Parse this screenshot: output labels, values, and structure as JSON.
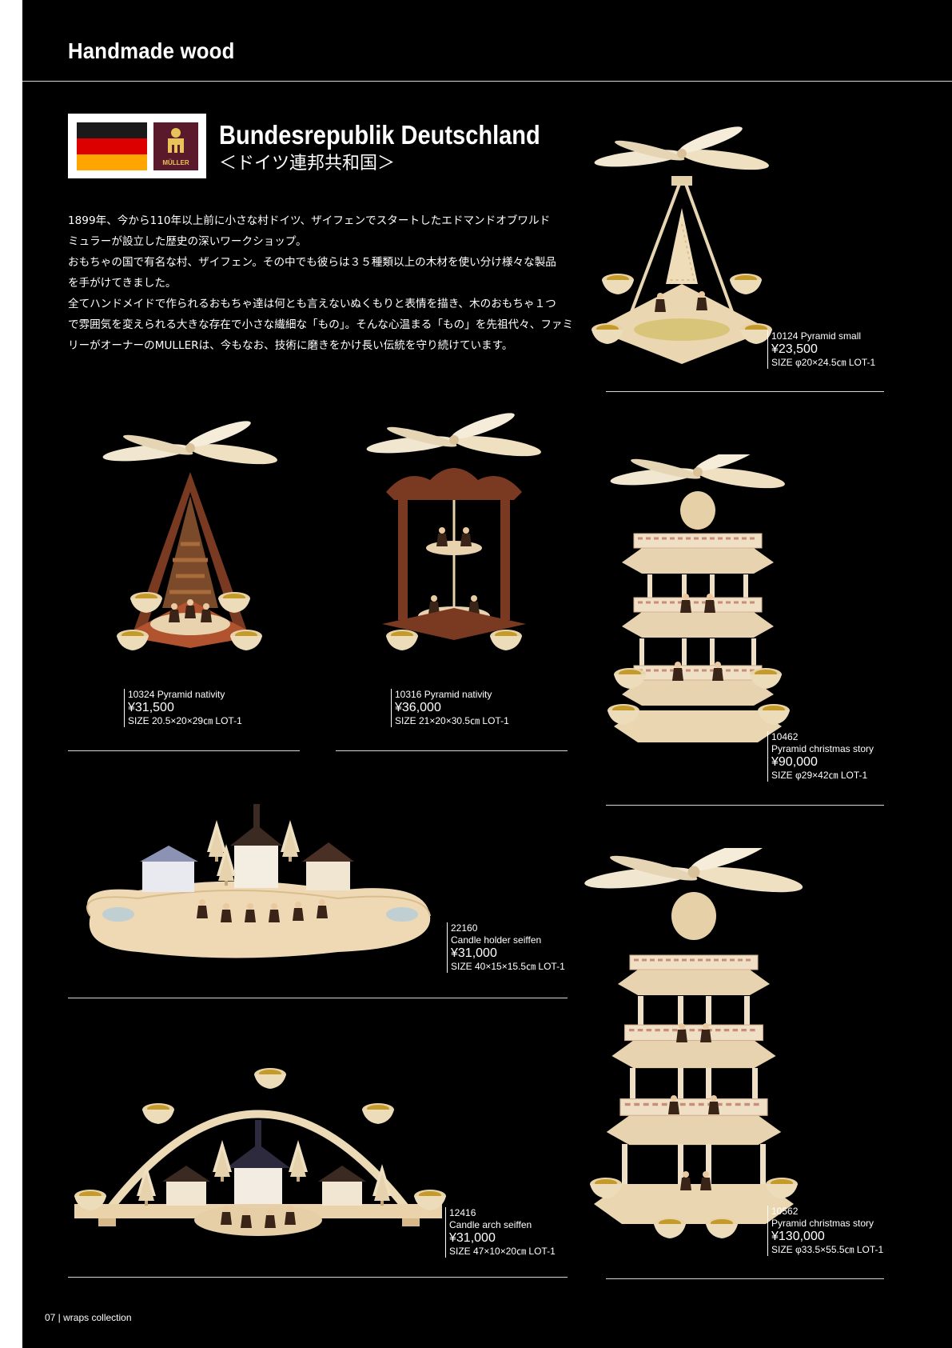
{
  "header": {
    "title": "Handmade wood"
  },
  "country": {
    "name_en": "Bundesrepublik  Deutschland",
    "name_jp": "＜ドイツ連邦共和国＞",
    "flag_colors": [
      "#1a1a1a",
      "#dd0000",
      "#ffa500"
    ],
    "logo_text": "MÜLLER",
    "logo_color": "#5a1a2c"
  },
  "intro": [
    "1899年、今から110年以上前に小さな村ドイツ、ザイフェンでスタートしたエドマンドオブワルド",
    "ミュラーが設立した歴史の深いワークショップ。",
    "おもちゃの国で有名な村、ザイフェン。その中でも彼らは３５種類以上の木材を使い分け様々な製品",
    "を手がけてきました。",
    "全てハンドメイドで作られるおもちゃ達は何とも言えないぬくもりと表情を描き、木のおもちゃ１つ",
    "で雰囲気を変えられる大きな存在で小さな繊細な「もの」。そんな心温まる「もの」を先祖代々、ファミ",
    "リーがオーナーのMULLERは、今もなお、技術に磨きをかけ長い伝統を守り続けています。"
  ],
  "products": [
    {
      "code": "10124  Pyramid small",
      "name": "",
      "price": "¥23,500",
      "size": "SIZE φ20×24.5㎝ LOT-1"
    },
    {
      "code": "10324   Pyramid nativity",
      "name": "",
      "price": "¥31,500",
      "size": "SIZE 20.5×20×29㎝ LOT-1"
    },
    {
      "code": "10316   Pyramid nativity",
      "name": "",
      "price": "¥36,000",
      "size": "SIZE 21×20×30.5㎝ LOT-1"
    },
    {
      "code": "10462",
      "name": "Pyramid christmas story",
      "price": "¥90,000",
      "size": "SIZE φ29×42㎝ LOT-1"
    },
    {
      "code": "22160",
      "name": "Candle holder seiffen",
      "price": "¥31,000",
      "size": "SIZE 40×15×15.5㎝ LOT-1"
    },
    {
      "code": "12416",
      "name": "Candle arch seiffen",
      "price": "¥31,000",
      "size": "SIZE 47×10×20㎝ LOT-1"
    },
    {
      "code": "10562",
      "name": "Pyramid christmas story",
      "price": "¥130,000",
      "size": "SIZE φ33.5×55.5㎝ LOT-1"
    }
  ],
  "footer": {
    "text": "07 | wraps collection"
  }
}
